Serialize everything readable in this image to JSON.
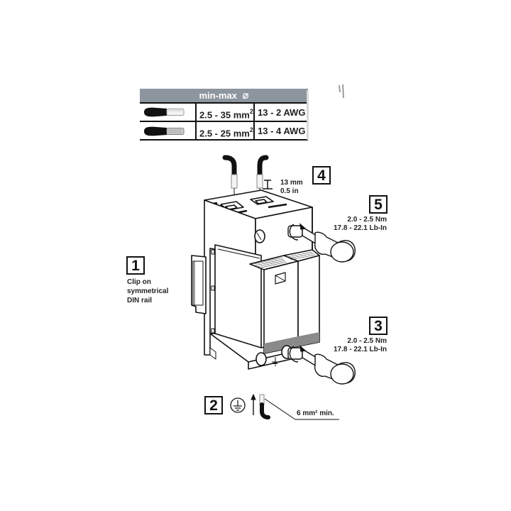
{
  "wire_table": {
    "header": "min-max ⌀",
    "header_label": "min-max",
    "header_symbol": "⌀",
    "rows": [
      {
        "conductor_icon": "solid-wire-icon",
        "section": "2.5 - 35 mm",
        "section_unit_exp": "2",
        "awg": "13 - 2 AWG"
      },
      {
        "conductor_icon": "stranded-wire-icon",
        "section": "2.5 - 25 mm",
        "section_unit_exp": "2",
        "awg": "13 - 4 AWG"
      }
    ]
  },
  "steps": [
    {
      "number": "1",
      "lines": [
        "Clip on",
        "symmetrical",
        "DIN rail"
      ]
    },
    {
      "number": "2",
      "ground_symbol": "⏚",
      "note": "6 mm² min."
    },
    {
      "number": "3",
      "torque_nm": "2.0 - 2.5 Nm",
      "torque_lbin": "17.8 - 22.1 Lb-In"
    },
    {
      "number": "4",
      "strip_mm": "13 mm",
      "strip_in": "0.5 in"
    },
    {
      "number": "5",
      "torque_nm": "2.0 - 2.5 Nm",
      "torque_lbin": "17.8 - 22.1 Lb-In"
    }
  ],
  "colors": {
    "table_header": "#8d959e",
    "line": "#111111",
    "status_band": "#8a8a8a"
  }
}
